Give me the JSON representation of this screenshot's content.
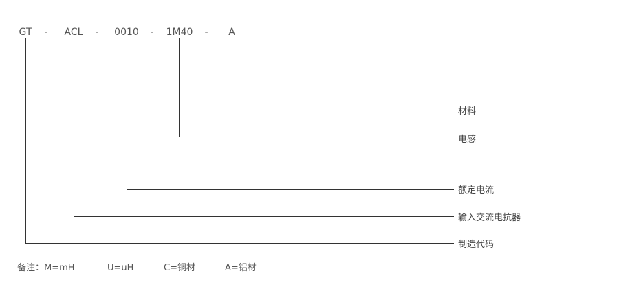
{
  "code_segments": [
    {
      "id": "gt",
      "text": "GT"
    },
    {
      "id": "acl",
      "text": "ACL"
    },
    {
      "id": "0010",
      "text": "0010"
    },
    {
      "id": "1m40",
      "text": "1M40"
    },
    {
      "id": "a",
      "text": "A"
    }
  ],
  "separator": "-",
  "labels": {
    "material": "材料",
    "inductance": "电感",
    "rated_current": "额定电流",
    "input_ac_reactor": "输入交流电抗器",
    "manufacturer_code": "制造代码"
  },
  "notes": {
    "prefix": "备注：M=mH",
    "uh": "U=uH",
    "copper": "C=铜材",
    "aluminum": "A=铝材"
  },
  "colors": {
    "line": "#333333",
    "text": "#555555"
  }
}
